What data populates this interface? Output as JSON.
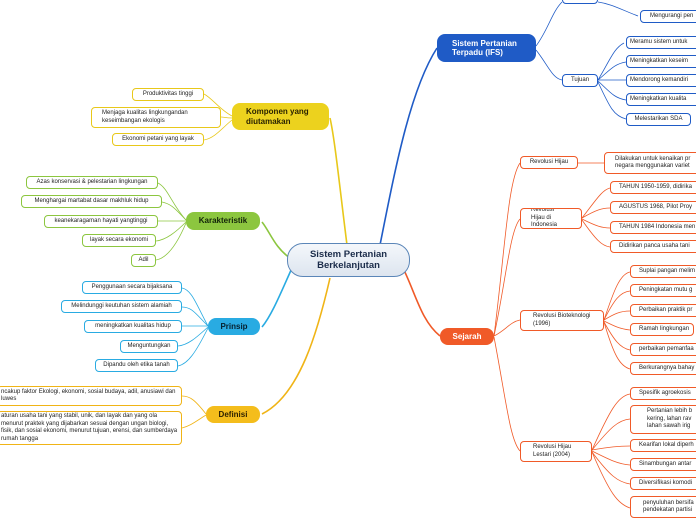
{
  "center": {
    "line1": "Sistem Pertanian",
    "line2": "Berkelanjutan"
  },
  "komponen": {
    "title_line1": "Komponen yang",
    "title_line2": "diutamakan",
    "items": [
      "Produktivitas tinggi",
      "Menjaga kualitas lingkungandan keseimbangan ekologis",
      "Ekonomi petani yang layak"
    ]
  },
  "karakteristik": {
    "title": "Karakteristik",
    "items": [
      "Azas konservasi & pelestarian lingkungan",
      "Menghargai martabat dasar makhluk hidup",
      "keanekaragaman hayati yangtinggi",
      "layak secara ekonomi",
      "Adil"
    ]
  },
  "prinsip": {
    "title": "Prinsip",
    "items": [
      "Penggunaan secara bijaksana",
      "Melindunggi keutuhan sistem alamiah",
      "meningkatkan kualitas hidup",
      "Menguntungkan",
      "Dipandu oleh etika tanah"
    ]
  },
  "definisi": {
    "title": "Definisi",
    "items": [
      "ncakup faktor Ekologi, ekonomi, sosial budaya, adil, anusiawi dan luwes",
      "aturan usaha tani yang stabil, unik, dan layak dan yang ola menurut praktek yang dijabarkan sesuai dengan ungan biologi, fisik, dan sosial ekonomi, menurut tujuan, erensi, dan sumberdaya rumah tangga"
    ]
  },
  "terpadu": {
    "title_line1": "Sistem Pertanian",
    "title_line2": "Terpadu (IFS)",
    "upper_items": [
      "Mengurangi pen"
    ],
    "tujuan_label": "Tujuan",
    "tujuan_items": [
      "Meramu sistem untuk",
      "Meningkatkan keseim",
      "Mendorong kemandiri",
      "Meningkatkan kualita",
      "Melestarikan SDA"
    ]
  },
  "sejarah": {
    "title": "Sejarah",
    "revolusi_hijau": {
      "label": "Revolusi Hijau",
      "detail": "Dilakukan untuk kenaikan pr negara menggunakan variet"
    },
    "revolusi_hijau_indonesia": {
      "label": "Revolusi Hijau di Indonesia",
      "items": [
        "TAHUN 1950-1959, didirika",
        "AGUSTUS 1968, Pilot Proy",
        "TAHUN 1984 Indonesia men",
        "Didirikan panca usaha tani"
      ]
    },
    "revolusi_bioteknologi": {
      "label": "Revolusi Bioteknologi (1996)",
      "items": [
        "Suplai pangan melim",
        "Peningkatan mutu g",
        "Perbaikan praktik pr",
        "Ramah lingkungan",
        "perbaikan pemanfaa",
        "Berkurangnya bahay"
      ]
    },
    "revolusi_lestari": {
      "label": "Revolusi Hijau Lestari (2004)",
      "items": [
        "Spesifik agroekosis",
        "Pertanian lebih b kering, lahan rav lahan sawah irig",
        "Kearifan lokal diperh",
        "Sinambungan antar",
        "Diversifikasi komodi",
        "penyuluhan bersifa pendekatan partisi"
      ]
    }
  },
  "colors": {
    "komponen": "#e8c81a",
    "karakteristik": "#8cc63f",
    "prinsip": "#29abe2",
    "definisi": "#f0b416",
    "terpadu": "#1f5bc6",
    "sejarah": "#f05a28"
  }
}
